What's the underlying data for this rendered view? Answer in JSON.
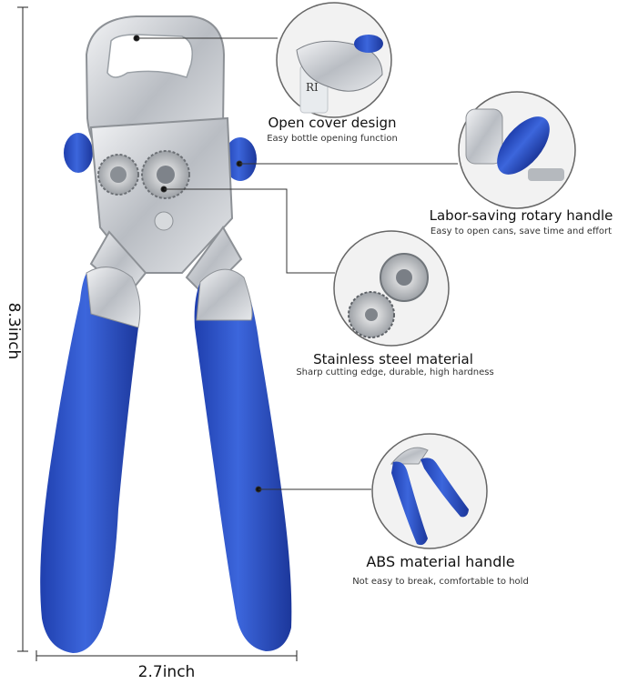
{
  "dimensions": {
    "height_label": "8.3inch",
    "width_label": "2.7inch"
  },
  "features": [
    {
      "title": "Open cover design",
      "subtitle": "Easy bottle opening function",
      "icon": "bottle-cap-icon"
    },
    {
      "title": "Labor-saving rotary handle",
      "subtitle": "Easy to open cans, save time and effort",
      "icon": "rotary-handle-icon"
    },
    {
      "title": "Stainless steel material",
      "subtitle": "Sharp cutting edge, durable, high hardness",
      "icon": "steel-gear-icon"
    },
    {
      "title": "ABS material handle",
      "subtitle": "Not easy to break, comfortable to hold",
      "icon": "handle-icon"
    }
  ],
  "colors": {
    "handle_blue": "#2f56c8",
    "steel": "#c9ccd0",
    "line": "#222222"
  },
  "detail_text": {
    "bottle_letters": "RI"
  }
}
